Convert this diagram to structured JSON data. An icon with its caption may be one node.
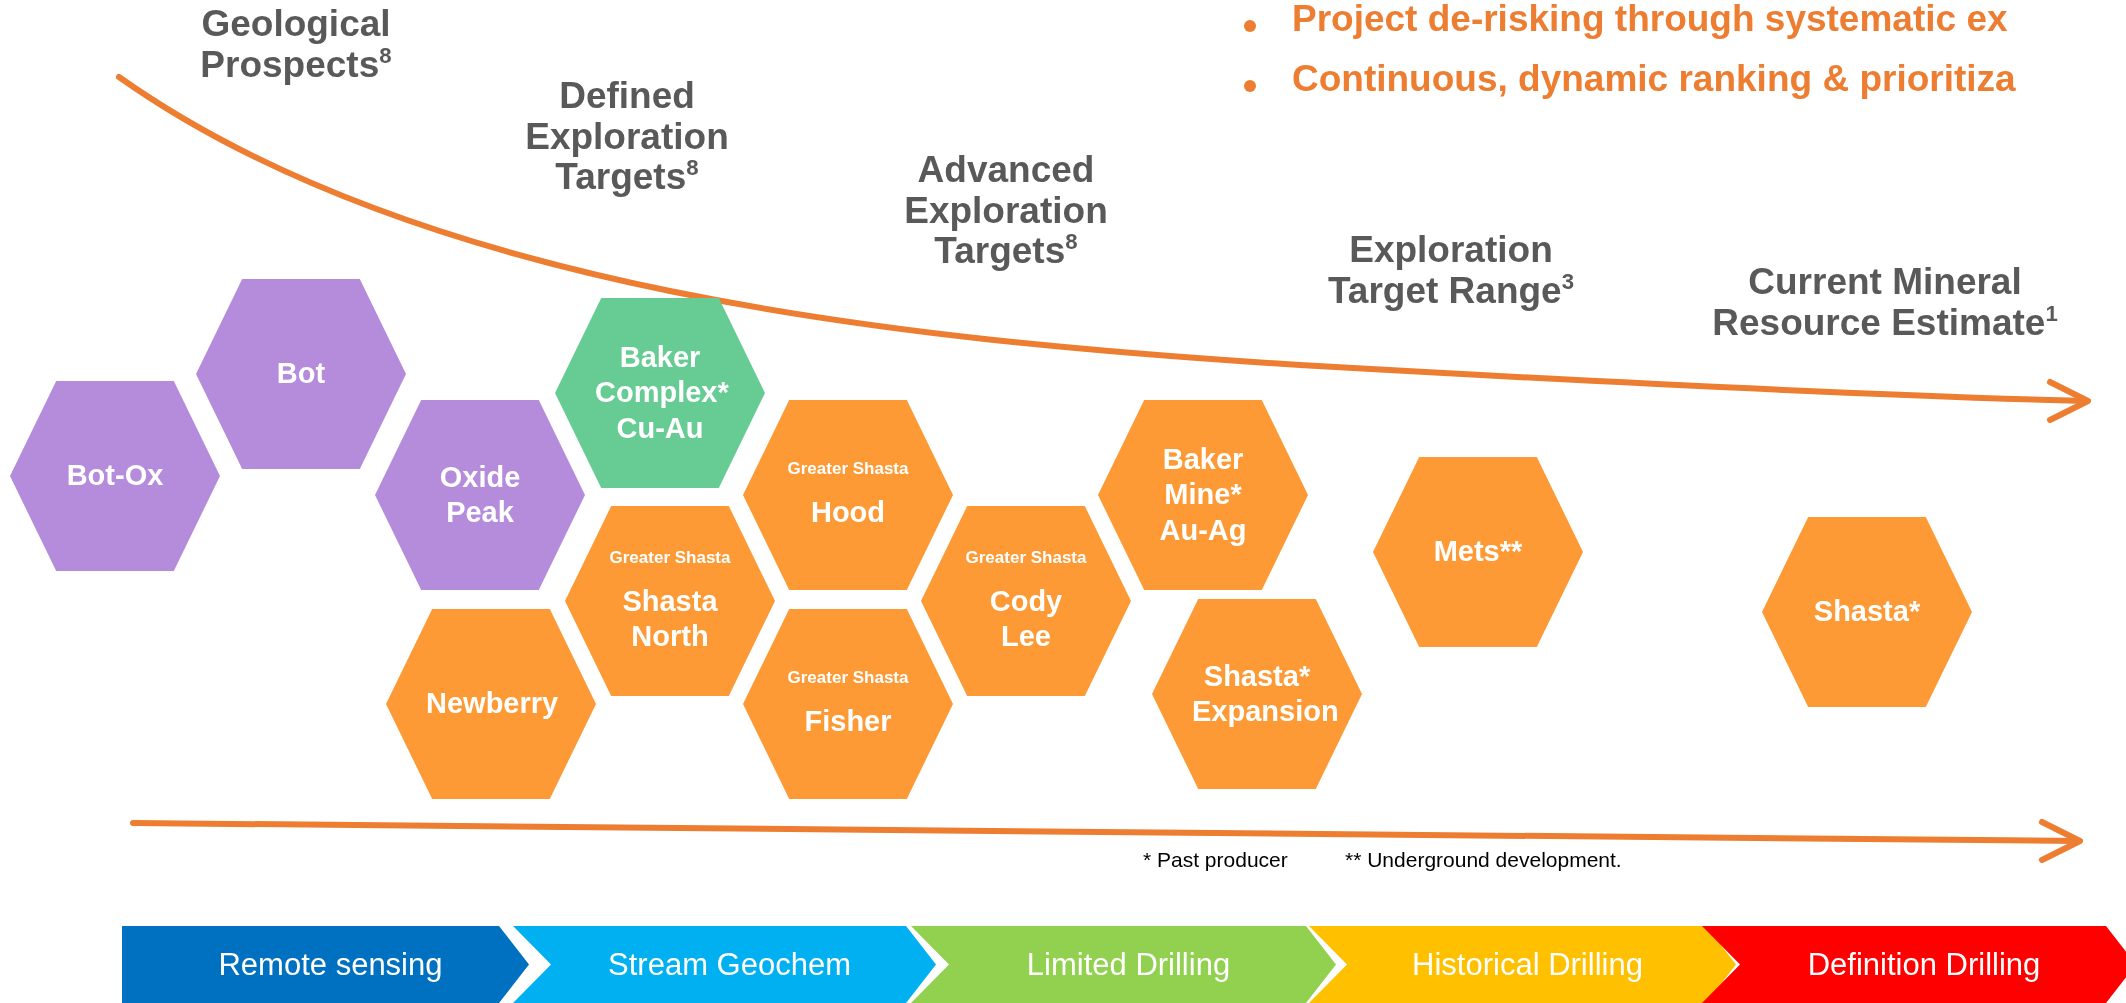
{
  "diagram": {
    "nodes": [
      {
        "text": [
          "Bot-Ox"
        ]
      },
      {
        "text": [
          "Bot"
        ]
      },
      {
        "text": [
          "Oxide Peak"
        ]
      },
      {
        "text": [
          "Newberry"
        ]
      },
      {
        "text": [
          "Baker Complex* Cu-Au"
        ]
      },
      {
        "text": [
          "Greater Shasta",
          "Shasta North"
        ]
      },
      {
        "text": [
          "Greater Shasta",
          "Hood"
        ]
      },
      {
        "text": [
          "Greater Shasta",
          "Fisher"
        ]
      },
      {
        "text": [
          "Greater Shasta",
          "Cody Lee"
        ]
      },
      {
        "text": [
          "Baker Mine* Au-Ag"
        ]
      },
      {
        "text": [
          "Shasta* Expansion"
        ]
      },
      {
        "text": [
          "Mets**"
        ]
      },
      {
        "text": [
          "Shasta*"
        ]
      },
      {
        "text": [
          "Remote sensing"
        ]
      },
      {
        "text": [
          "Stream Geochem"
        ]
      },
      {
        "text": [
          "Limited Drilling"
        ]
      },
      {
        "text": [
          "Historical Drilling"
        ]
      },
      {
        "text": [
          "Definition Drilling"
        ]
      }
    ],
    "labels": [
      "Project de-risking through systematic ex",
      "Continuous, dynamic ranking & prioritiza",
      "Geological Prospects$^{8}$",
      "Defined Exploration Targets$^{8}$",
      "Advanced Exploration Targets$^{8}$",
      "Exploration Target Range$^{3}$",
      "Current Mineral Resource Estimate$^{1}$",
      "* Past producer",
      "** Underground development."
    ]
  }
}
